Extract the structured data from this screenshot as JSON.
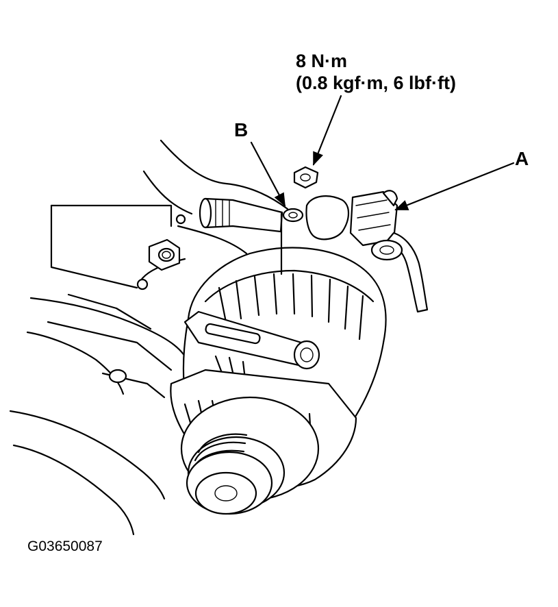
{
  "callouts": {
    "torque_line1": "8 N·m",
    "torque_line2": "(0.8 kgf·m, 6 lbf·ft)",
    "label_a": "A",
    "label_b": "B"
  },
  "figure_id": "G03650087"
}
